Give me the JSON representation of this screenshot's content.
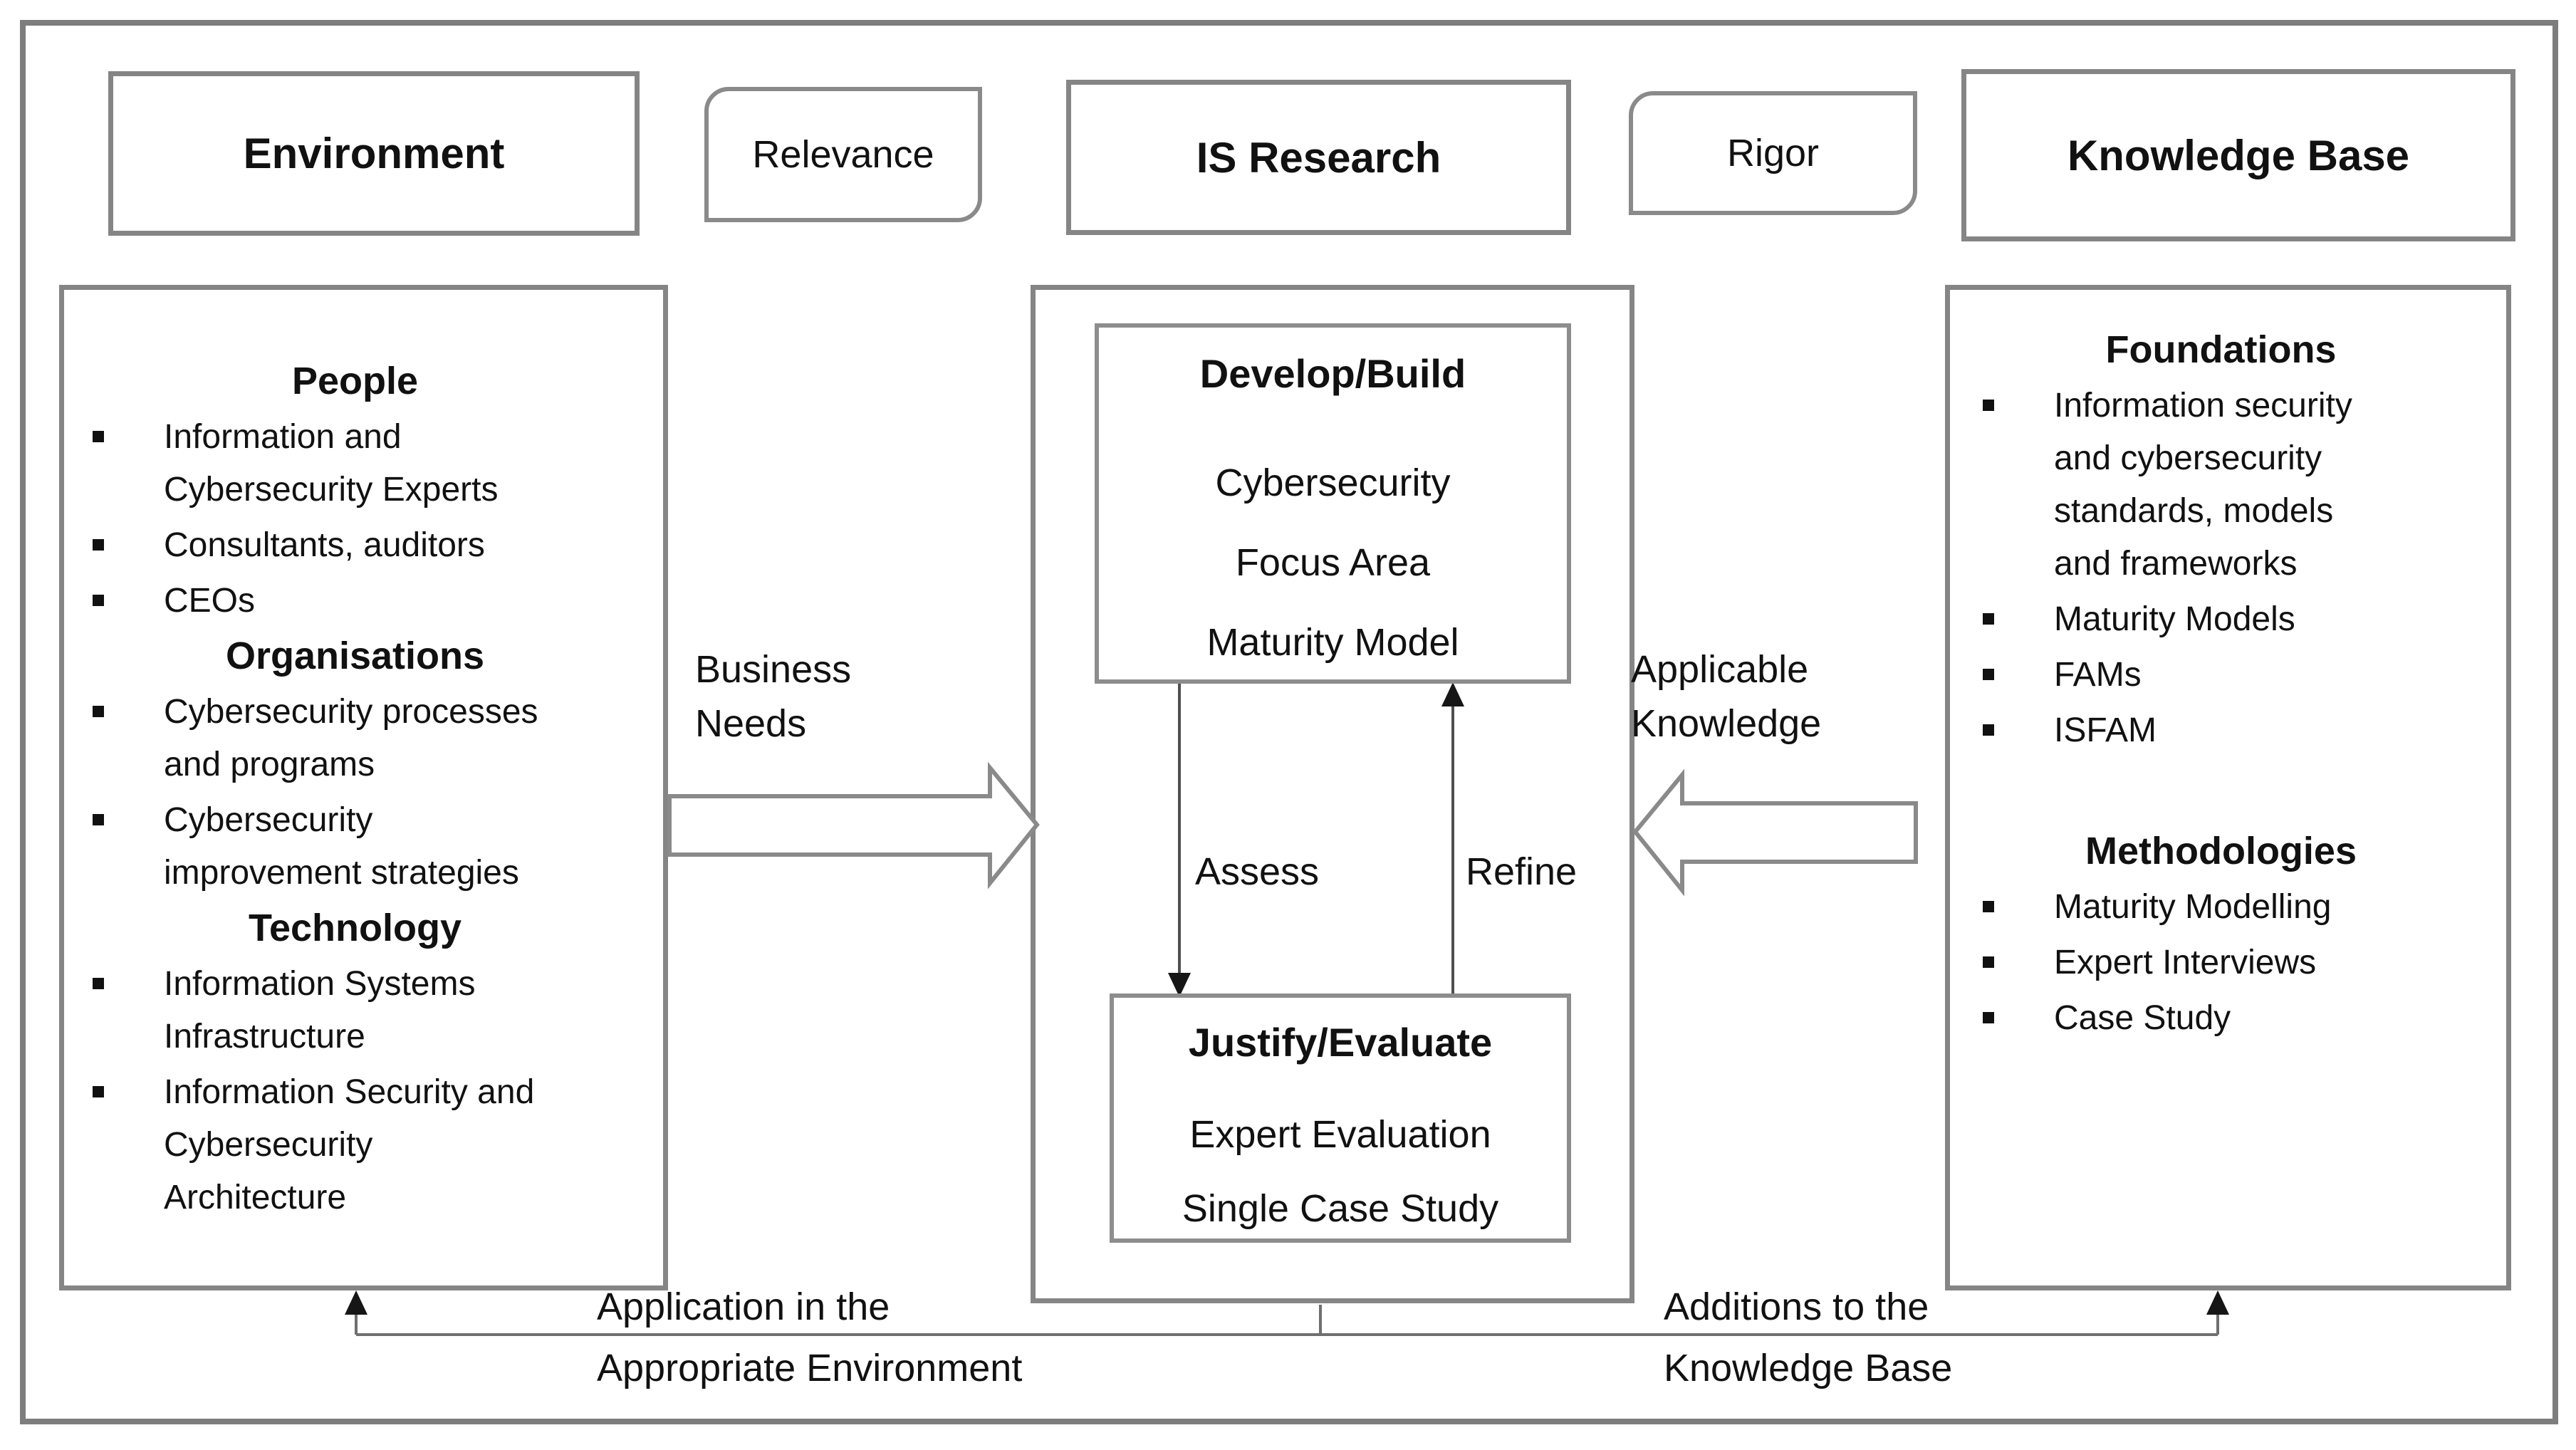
{
  "headers": {
    "environment": "Environment",
    "relevance": "Relevance",
    "is_research": "IS Research",
    "rigor": "Rigor",
    "knowledge_base": "Knowledge Base"
  },
  "environment_panel": {
    "sections": [
      {
        "heading": "People",
        "items": [
          "Information and\nCybersecurity Experts",
          "Consultants, auditors",
          "CEOs"
        ]
      },
      {
        "heading": "Organisations",
        "items": [
          "Cybersecurity processes\nand programs",
          "Cybersecurity\nimprovement strategies"
        ]
      },
      {
        "heading": "Technology",
        "items": [
          "Information Systems\nInfrastructure",
          "Information Security and\nCybersecurity\nArchitecture"
        ]
      }
    ]
  },
  "is_research_panel": {
    "develop_build": {
      "title": "Develop/Build",
      "body": "Cybersecurity\nFocus Area\nMaturity Model"
    },
    "justify_evaluate": {
      "title": "Justify/Evaluate",
      "body": "Expert Evaluation\nSingle Case Study"
    },
    "assess_label": "Assess",
    "refine_label": "Refine"
  },
  "knowledge_base_panel": {
    "sections": [
      {
        "heading": "Foundations",
        "items": [
          "Information security\nand cybersecurity\nstandards, models\nand frameworks",
          "Maturity Models",
          "FAMs",
          "ISFAM"
        ]
      },
      {
        "heading": "Methodologies",
        "items": [
          "Maturity Modelling",
          "Expert Interviews",
          "Case Study"
        ]
      }
    ]
  },
  "flows": {
    "business_needs": "Business\nNeeds",
    "applicable_knowledge": "Applicable\nKnowledge",
    "application_environment": "Application in the\nAppropriate Environment",
    "additions_knowledge_base": "Additions to the\nKnowledge Base"
  },
  "colors": {
    "background": "#ffffff",
    "border_gray": "#7d7d7d",
    "line_gray": "#4f4f4f",
    "feedback_gray": "#6f6f6f",
    "arrowhead": "#161616",
    "text": "#111111"
  }
}
